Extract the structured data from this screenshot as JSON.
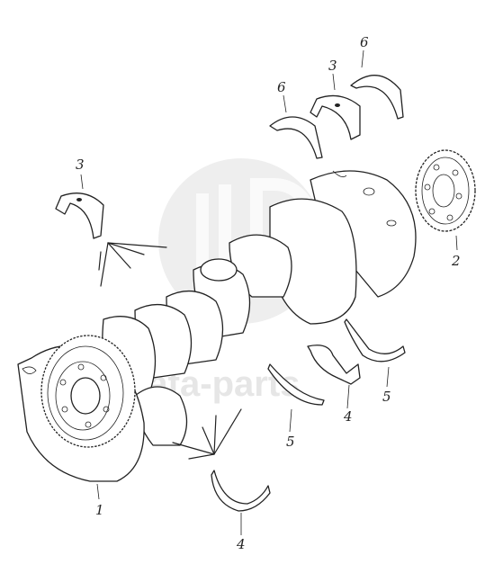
{
  "diagram": {
    "callouts": [
      {
        "id": "c1",
        "text": "1"
      },
      {
        "id": "c2",
        "text": "2"
      },
      {
        "id": "c3a",
        "text": "3"
      },
      {
        "id": "c3b",
        "text": "3"
      },
      {
        "id": "c4a",
        "text": "4"
      },
      {
        "id": "c4b",
        "text": "4"
      },
      {
        "id": "c5a",
        "text": "5"
      },
      {
        "id": "c5b",
        "text": "5"
      },
      {
        "id": "c6a",
        "text": "6"
      },
      {
        "id": "c6b",
        "text": "6"
      }
    ],
    "watermark": {
      "text": "data-parts"
    }
  }
}
